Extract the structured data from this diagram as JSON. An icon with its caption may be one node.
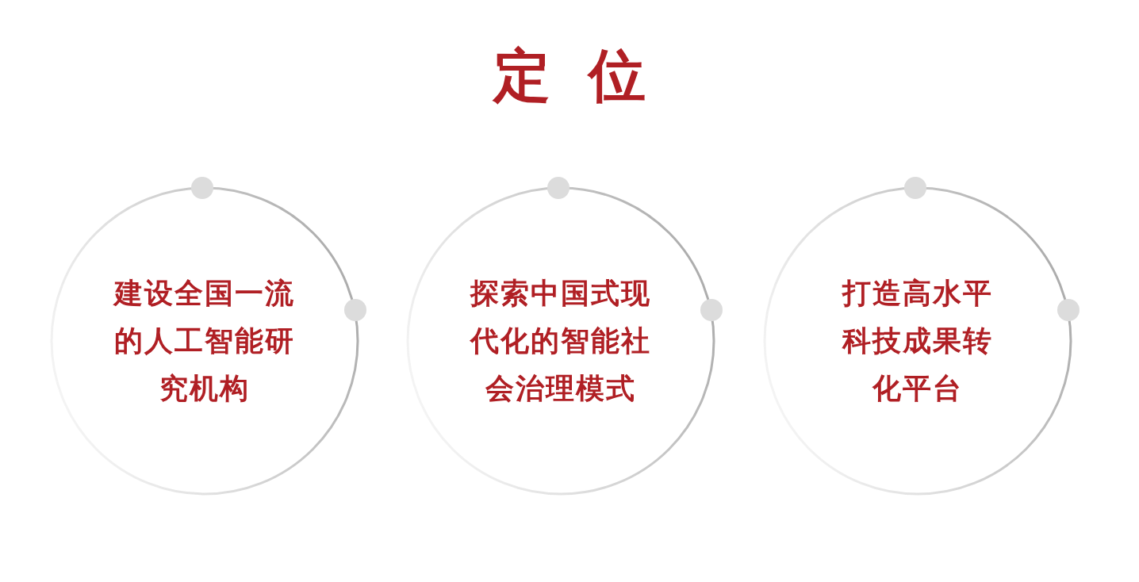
{
  "diagram": {
    "title": "定位",
    "nodes": [
      {
        "text": [
          "建设全国一流的人工智能研究机构"
        ]
      },
      {
        "text": [
          "探索中国式现代化的智能社会治理模式"
        ]
      },
      {
        "text": [
          "打造高水平科技成果转化平台"
        ]
      }
    ]
  }
}
